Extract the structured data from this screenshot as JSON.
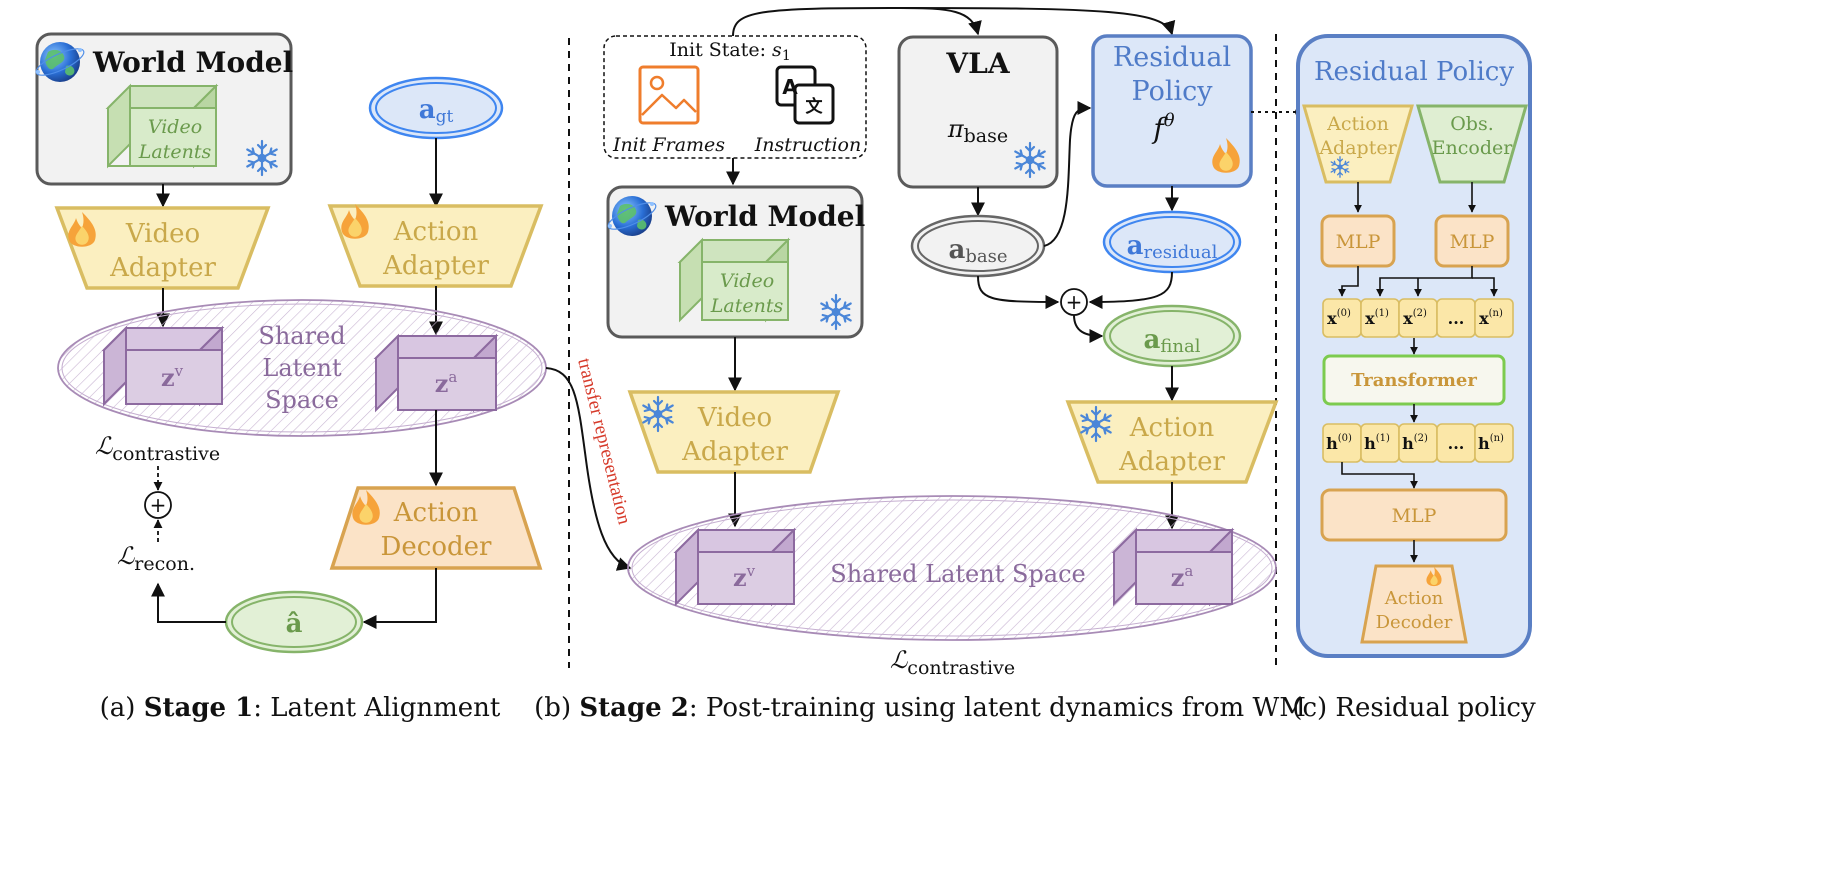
{
  "panel_a": {
    "world_model_title": "World Model",
    "video_latents": [
      "Video",
      "Latents"
    ],
    "video_adapter": [
      "Video",
      "Adapter"
    ],
    "action_adapter": [
      "Action",
      "Adapter"
    ],
    "action_decoder": [
      "Action",
      "Decoder"
    ],
    "a_gt_base": "a",
    "a_gt_sub": "gt",
    "shared_space": [
      "Shared",
      "Latent",
      "Space"
    ],
    "z_base": "z",
    "z_v_sup": "v",
    "z_a_sup": "a",
    "loss_contrastive_sym": "ℒ",
    "loss_contrastive_sub": "contrastive",
    "loss_recon_sym": "ℒ",
    "loss_recon_sub": "recon.",
    "plus": "+",
    "a_hat": "â",
    "caption_prefix": "(a) ",
    "caption_bold": "Stage 1",
    "caption_rest": ":  Latent Alignment"
  },
  "panel_b": {
    "init_state_label": "Init State: ",
    "init_state_sym": "s",
    "init_state_sub": "1",
    "init_frames": "Init Frames",
    "instruction": "Instruction",
    "instruction_glyph_1": "A",
    "instruction_glyph_2": "文",
    "world_model_title": "World Model",
    "video_latents": [
      "Video",
      "Latents"
    ],
    "video_adapter": [
      "Video",
      "Adapter"
    ],
    "vla_title": "VLA",
    "pi_sym": "π",
    "pi_sub": "base",
    "residual_policy": [
      "Residual",
      "Policy"
    ],
    "f_sym": "f",
    "f_sup": "θ",
    "a_base_sub": "base",
    "a_residual_sub": "residual",
    "a_final_sub": "final",
    "a_sym": "a",
    "plus": "+",
    "action_adapter": [
      "Action",
      "Adapter"
    ],
    "transfer": "transfer representation",
    "shared_space": "Shared Latent Space",
    "z_base": "z",
    "z_v_sup": "v",
    "z_a_sup": "a",
    "loss_sym": "ℒ",
    "loss_sub": "contrastive",
    "caption_prefix": "(b) ",
    "caption_bold": "Stage 2",
    "caption_rest": ":  Post-training using latent dynamics from WM"
  },
  "panel_c": {
    "title": "Residual Policy",
    "action_adapter": [
      "Action",
      "Adapter"
    ],
    "obs_encoder": [
      "Obs.",
      "Encoder"
    ],
    "mlp": "MLP",
    "x_tokens": [
      {
        "base": "x",
        "sup": "(0)"
      },
      {
        "base": "x",
        "sup": "(1)"
      },
      {
        "base": "x",
        "sup": "(2)"
      },
      {
        "base": "...",
        "sup": ""
      },
      {
        "base": "x",
        "sup": "(n)"
      }
    ],
    "transformer": "Transformer",
    "h_tokens": [
      {
        "base": "h",
        "sup": "(0)"
      },
      {
        "base": "h",
        "sup": "(1)"
      },
      {
        "base": "h",
        "sup": "(2)"
      },
      {
        "base": "...",
        "sup": ""
      },
      {
        "base": "h",
        "sup": "(n)"
      }
    ],
    "action_decoder": [
      "Action",
      "Decoder"
    ],
    "caption": "(c) Residual policy"
  },
  "colors": {
    "gray_box": "#f2f2f2",
    "gray_stroke": "#5a5a5a",
    "yellow_fill": "#fbefc0",
    "yellow_stroke": "#d9bd62",
    "orange_fill": "#fbe3c7",
    "orange_stroke": "#d8a350",
    "purple_fill": "#dccde3",
    "purple_stroke": "#8d6aa0",
    "purple_text": "#8a6a9c",
    "green_fill": "#e2f0d6",
    "green_stroke": "#86b46a",
    "blue_fill": "#dce7f8",
    "blue_stroke": "#5a7fc4",
    "blue_text": "#4f7bc8",
    "ellipse_blue": "#3f86f0",
    "transfer_red": "#d63a2a"
  },
  "icons": [
    "globe-icon",
    "snowflake-icon",
    "flame-icon",
    "image-icon",
    "translate-icon"
  ]
}
